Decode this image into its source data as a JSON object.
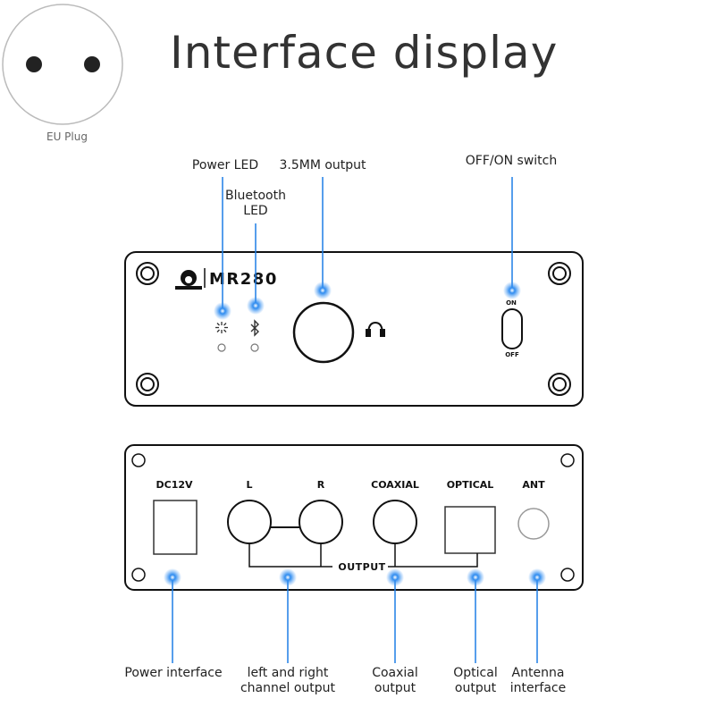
{
  "title": "Interface display",
  "plug": {
    "label": "EU Plug"
  },
  "front_panel": {
    "brand": "MR280",
    "labels": {
      "power_led": "Power LED",
      "bt_led_line1": "Bluetooth",
      "bt_led_line2": "LED",
      "output_35": "3.5MM output",
      "switch": "OFF/ON switch"
    },
    "switch_on": "ON",
    "switch_off": "OFF"
  },
  "rear_panel": {
    "ports": {
      "dc": "DC12V",
      "l": "L",
      "r": "R",
      "coaxial": "COAXIAL",
      "optical": "OPTICAL",
      "ant": "ANT"
    },
    "output_bracket": "OUTPUT",
    "labels": {
      "power": "Power interface",
      "lr_line1": "left and right",
      "lr_line2": "channel output",
      "coax_line1": "Coaxial",
      "coax_line2": "output",
      "opt_line1": "Optical",
      "opt_line2": "output",
      "ant_line1": "Antenna",
      "ant_line2": "interface"
    }
  },
  "colors": {
    "accent": "#1e7ee6",
    "line": "#111111",
    "led_glow": "#6fb8ff"
  }
}
